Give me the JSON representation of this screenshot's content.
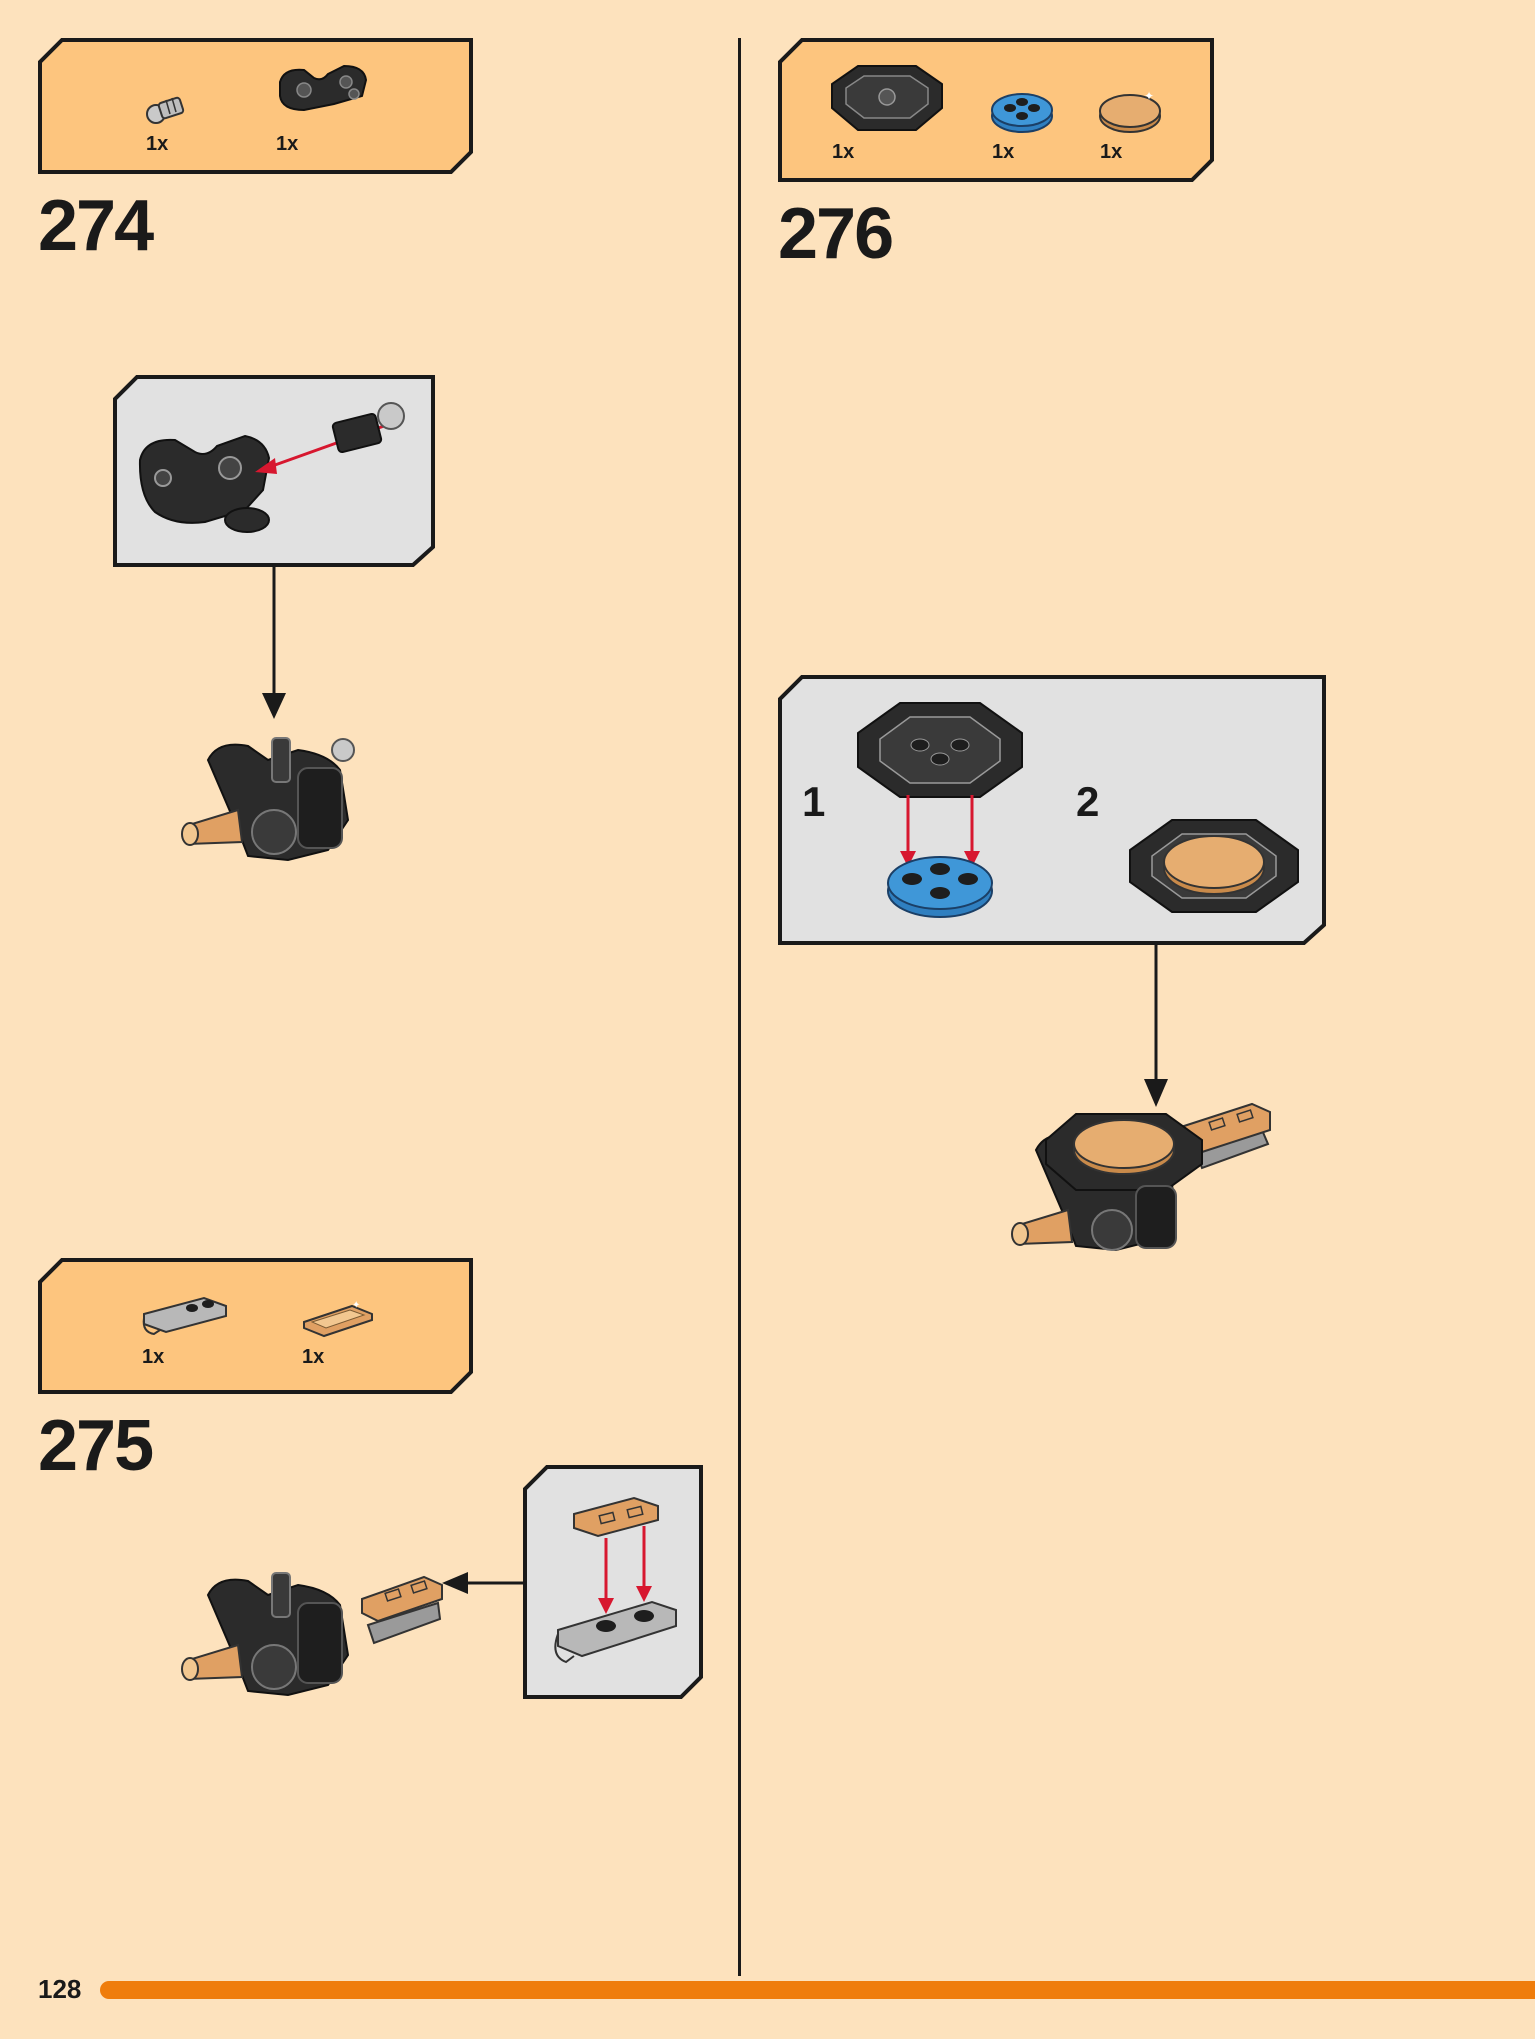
{
  "page_number": "128",
  "colors": {
    "background": "#fde2bd",
    "parts_box": "#fdc57e",
    "callout_box": "#e1e1e1",
    "accent_bar": "#ef7d0c",
    "arrow_red": "#d7172f"
  },
  "steps": [
    {
      "number": "274",
      "parts": [
        {
          "qty": "1x",
          "part": "technic-axle-ball-pin-light-gray"
        },
        {
          "qty": "1x",
          "part": "technic-connector-black"
        }
      ]
    },
    {
      "number": "275",
      "parts": [
        {
          "qty": "1x",
          "part": "plate-1x2-clip-light-gray"
        },
        {
          "qty": "1x",
          "part": "tile-1x2-gold"
        }
      ]
    },
    {
      "number": "276",
      "parts": [
        {
          "qty": "1x",
          "part": "octagonal-bar-frame-black"
        },
        {
          "qty": "1x",
          "part": "round-plate-2x2-blue"
        },
        {
          "qty": "1x",
          "part": "round-tile-2x2-gold"
        }
      ],
      "substeps": [
        "1",
        "2"
      ]
    }
  ]
}
